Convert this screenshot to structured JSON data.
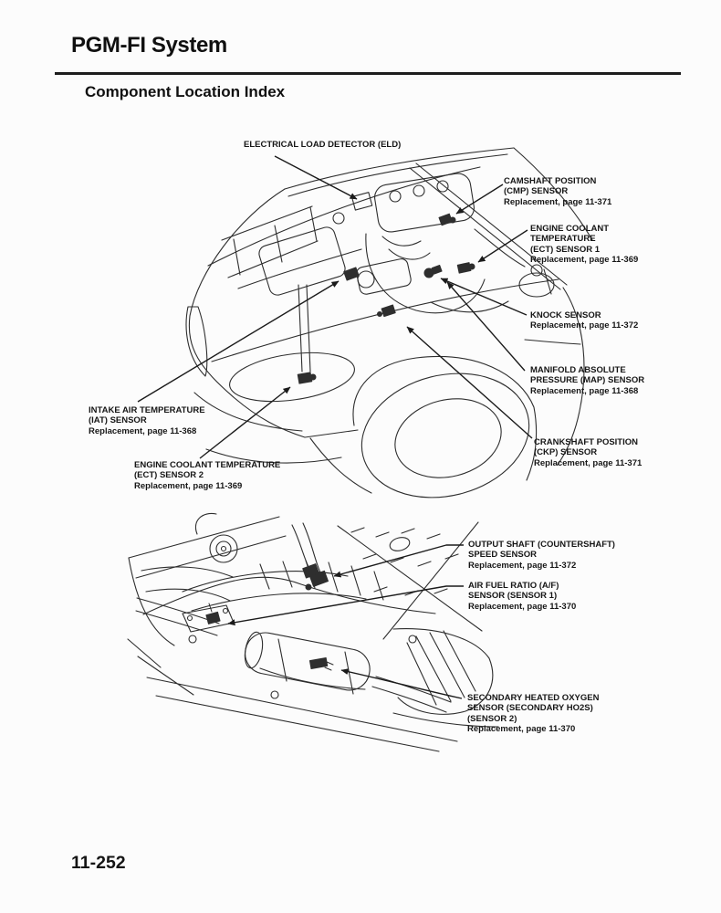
{
  "page": {
    "title": "PGM-FI System",
    "section": "Component Location Index",
    "number": "11-252"
  },
  "colors": {
    "ink": "#1b1b1b",
    "paper": "#fcfcfc"
  },
  "labels": {
    "eld": {
      "name1": "ELECTRICAL LOAD DETECTOR (ELD)"
    },
    "cmp": {
      "name1": "CAMSHAFT POSITION",
      "name2": "(CMP) SENSOR",
      "ref": "Replacement, page 11-371"
    },
    "ect1": {
      "name1": "ENGINE COOLANT",
      "name2": "TEMPERATURE",
      "name3": "(ECT) SENSOR 1",
      "ref": "Replacement, page 11-369"
    },
    "knock": {
      "name1": "KNOCK SENSOR",
      "ref": "Replacement, page 11-372"
    },
    "map": {
      "name1": "MANIFOLD ABSOLUTE",
      "name2": "PRESSURE (MAP) SENSOR",
      "ref": "Replacement, page 11-368"
    },
    "iat": {
      "name1": "INTAKE AIR TEMPERATURE",
      "name2": "(IAT) SENSOR",
      "ref": "Replacement, page 11-368"
    },
    "ect2": {
      "name1": "ENGINE COOLANT TEMPERATURE",
      "name2": "(ECT) SENSOR 2",
      "ref": "Replacement, page 11-369"
    },
    "ckp": {
      "name1": "CRANKSHAFT POSITION",
      "name2": "(CKP) SENSOR",
      "ref": "Replacement, page 11-371"
    },
    "oss": {
      "name1": "OUTPUT SHAFT (COUNTERSHAFT)",
      "name2": "SPEED SENSOR",
      "ref": "Replacement, page 11-372"
    },
    "afr": {
      "name1": "AIR FUEL RATIO (A/F)",
      "name2": "SENSOR (SENSOR 1)",
      "ref": "Replacement, page 11-370"
    },
    "ho2s": {
      "name1": "SECONDARY HEATED OXYGEN",
      "name2": "SENSOR (SECONDARY HO2S)",
      "name3": "(SENSOR 2)",
      "ref": "Replacement, page 11-370"
    }
  }
}
